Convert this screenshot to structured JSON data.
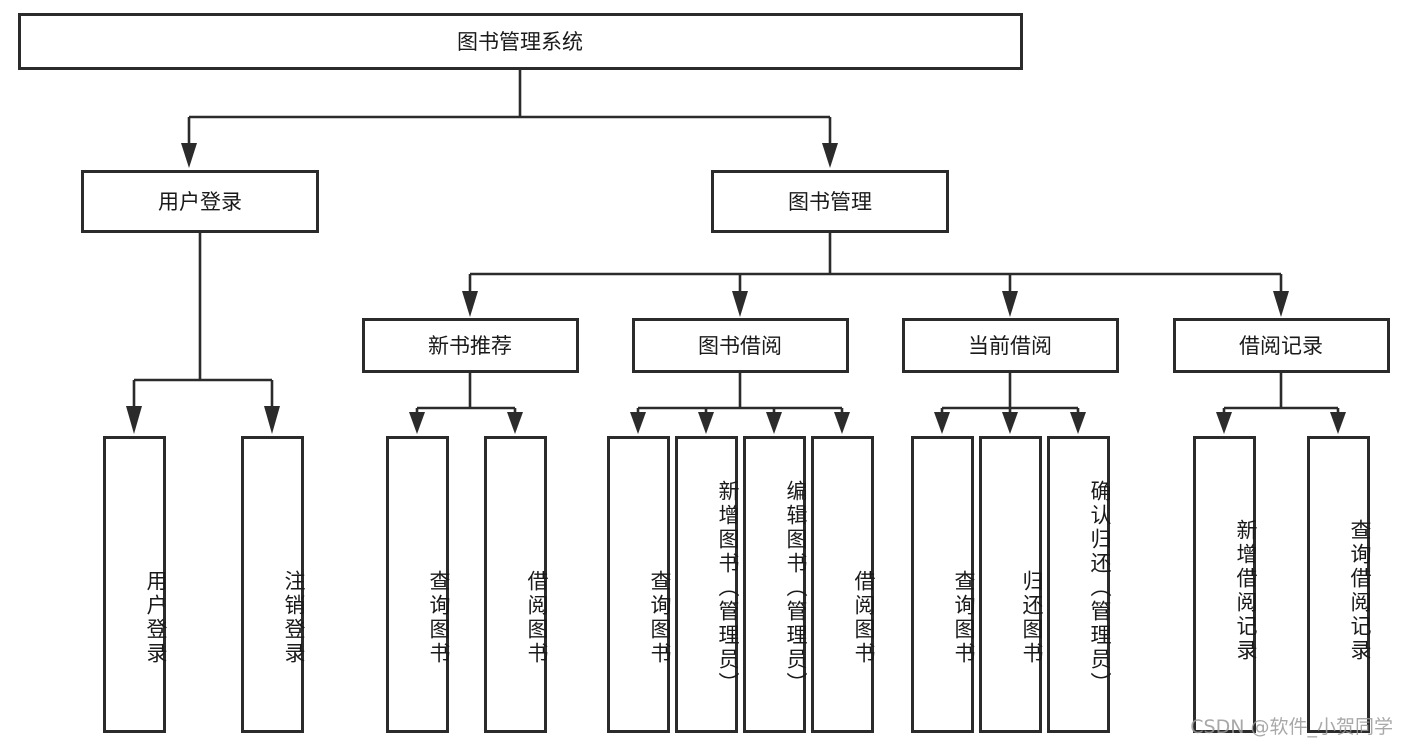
{
  "diagram": {
    "title": "图书管理系统",
    "type": "tree-hierarchy-chart",
    "orientation": "top-down",
    "colors": {
      "box_stroke": "#2b2b2b",
      "box_fill": "#ffffff",
      "connector": "#2b2b2b",
      "text": "#1a1a1a",
      "background": "#ffffff",
      "watermark": "#9a9a9a"
    },
    "root": {
      "label": "图书管理系统"
    },
    "level2": [
      {
        "label": "用户登录"
      },
      {
        "label": "图书管理"
      }
    ],
    "level3": [
      {
        "label": "新书推荐"
      },
      {
        "label": "图书借阅"
      },
      {
        "label": "当前借阅"
      },
      {
        "label": "借阅记录"
      }
    ],
    "leaves": {
      "user_login": [
        {
          "label": "用户登录"
        },
        {
          "label": "注销登录"
        }
      ],
      "new_book_recommend": [
        {
          "label": "查询图书"
        },
        {
          "label": "借阅图书"
        }
      ],
      "book_borrow": [
        {
          "label": "查询图书"
        },
        {
          "label": "新增图书（管理员）"
        },
        {
          "label": "编辑图书（管理员）"
        },
        {
          "label": "借阅图书"
        }
      ],
      "current_borrow": [
        {
          "label": "查询图书"
        },
        {
          "label": "归还图书"
        },
        {
          "label": "确认归还（管理员）"
        }
      ],
      "borrow_record": [
        {
          "label": "新增借阅记录"
        },
        {
          "label": "查询借阅记录"
        }
      ]
    },
    "watermark": "CSDN @软件_小贺同学"
  }
}
